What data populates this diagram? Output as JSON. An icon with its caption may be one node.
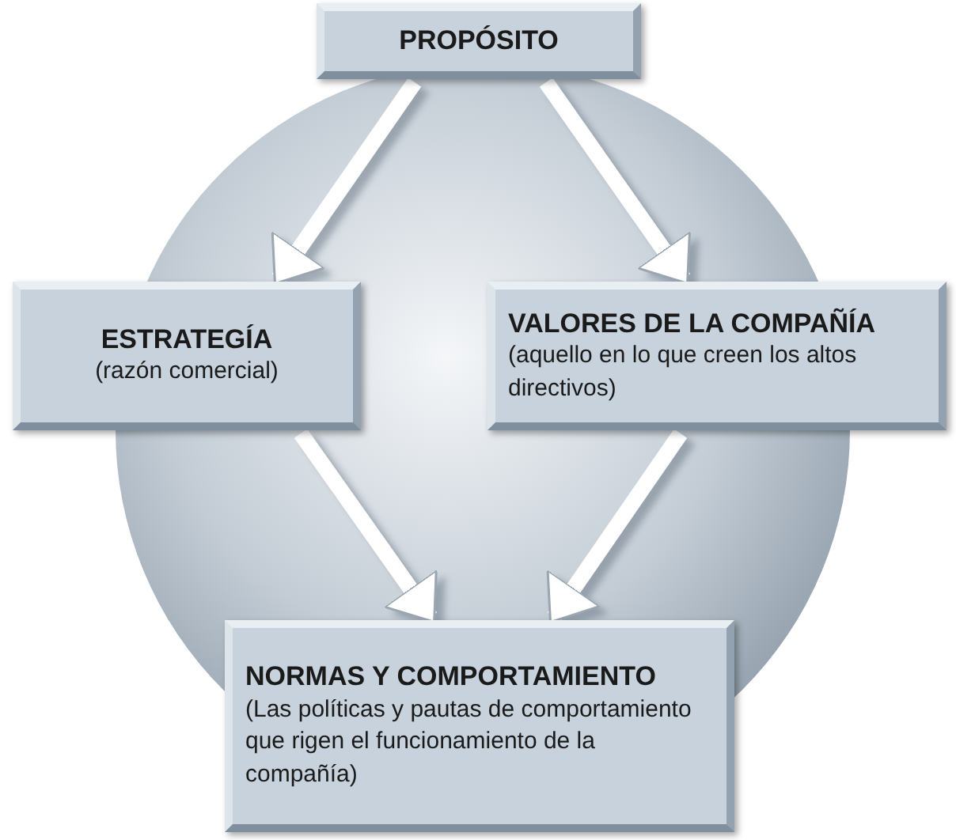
{
  "diagram": {
    "nodes": [
      {
        "text": [
          "PROPÓSITO"
        ]
      },
      {
        "text": [
          "ESTRATEGÍA",
          "(razón comercial)"
        ]
      },
      {
        "text": [
          "VALORES DE LA COMPAÑÍA",
          "(aquello en lo que creen los altos directivos)"
        ]
      },
      {
        "text": [
          "NORMAS Y COMPORTAMIENTO",
          "(Las políticas y pautas de comportamiento que rigen el funcionamiento de la compañía)"
        ]
      }
    ],
    "edges": [
      {
        "from": 0,
        "to": 1,
        "arrow": "to"
      },
      {
        "from": 0,
        "to": 2,
        "arrow": "to"
      },
      {
        "from": 1,
        "to": 3,
        "arrow": "to"
      },
      {
        "from": 2,
        "to": 3,
        "arrow": "to"
      }
    ]
  }
}
